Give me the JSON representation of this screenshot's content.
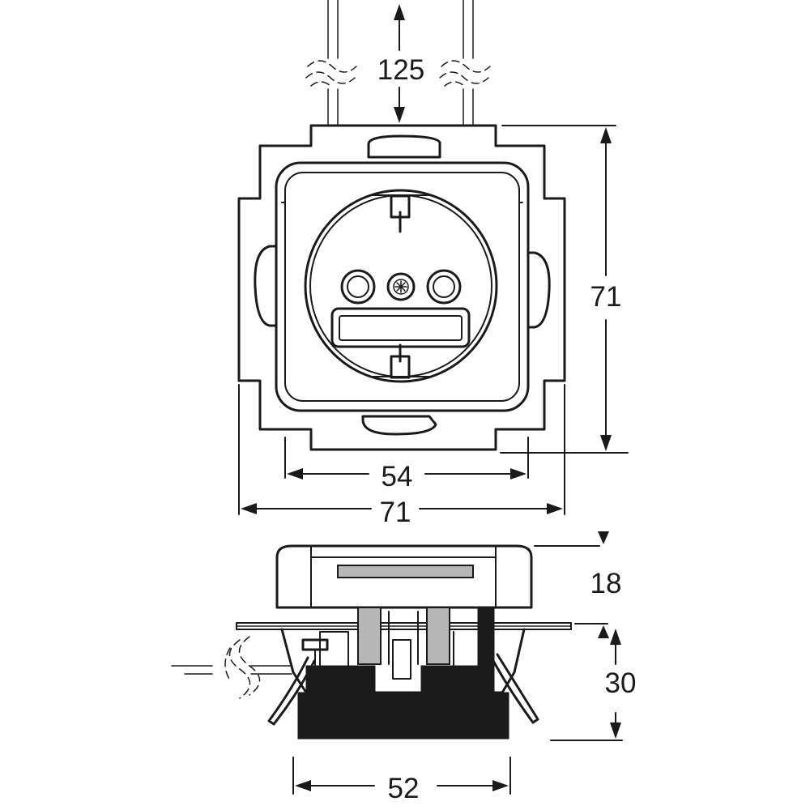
{
  "dimensions": {
    "cable_spacing": "125",
    "frame_height": "71",
    "inner_width": "54",
    "frame_width": "71",
    "cover_depth": "18",
    "insert_depth": "30",
    "body_width": "52"
  }
}
